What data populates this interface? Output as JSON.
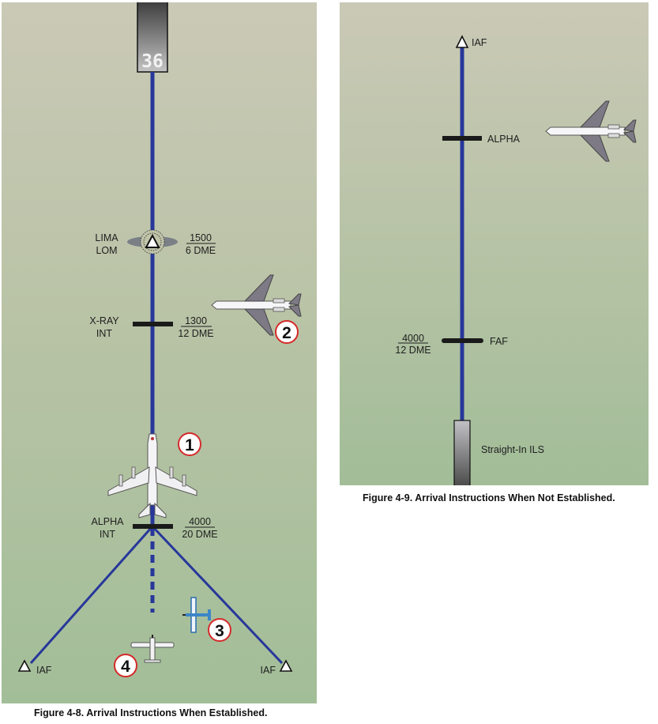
{
  "figure_left": {
    "caption": "Figure 4-8. Arrival Instructions When Established.",
    "runway": {
      "number": "36"
    },
    "fixes": [
      {
        "name": "LIMA",
        "type": "LOM",
        "altitude": "1500",
        "distance": "6 DME"
      },
      {
        "name": "X-RAY",
        "type": "INT",
        "altitude": "1300",
        "distance": "12 DME"
      },
      {
        "name": "ALPHA",
        "type": "INT",
        "altitude": "4000",
        "distance": "20 DME"
      }
    ],
    "iaf_left": "IAF",
    "iaf_right": "IAF",
    "aircraft_markers": [
      "1",
      "2",
      "3",
      "4"
    ]
  },
  "figure_right": {
    "caption": "Figure 4-9. Arrival Instructions When Not Established.",
    "iaf": "IAF",
    "alpha": "ALPHA",
    "faf": {
      "name": "FAF",
      "altitude": "4000",
      "distance": "12 DME"
    },
    "runway_label": "Straight-In ILS"
  },
  "colors": {
    "course_line": "#27379a",
    "fix_bar": "#1a1a1a",
    "marker_ring": "#d42a2a"
  }
}
